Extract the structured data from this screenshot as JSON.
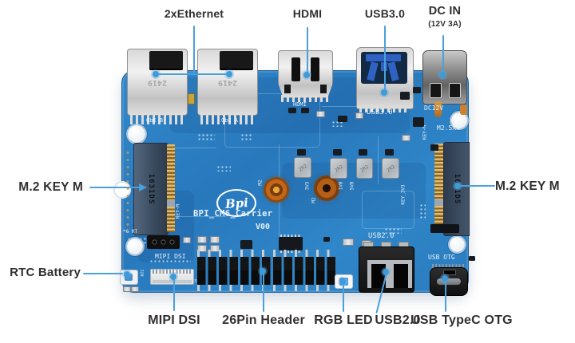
{
  "colors": {
    "background": "#ffffff",
    "pcb_blue": "#2b7ec4",
    "leader_blue": "#4aa0dc",
    "label_text": "#2f2f2f",
    "silkscreen_white": "#eef6fb",
    "usb3_tongue_blue": "#2f62c2",
    "standoff_orange": "#b45e16"
  },
  "annotations": {
    "top": {
      "ethernet": "2xEthernet",
      "hdmi": "HDMI",
      "usb3": "USB3.0",
      "dc_in": "DC IN",
      "dc_in_sub": "(12V 3A)"
    },
    "left": {
      "m2_key_m": "M.2 KEY M",
      "rtc_battery": "RTC Battery"
    },
    "right": {
      "m2_key_m": "M.2 KEY M"
    },
    "bottom": {
      "mipi_dsi": "MIPI DSI",
      "header_26pin": "26Pin Header",
      "rgb_led": "RGB LED",
      "usb2": "USB2.0",
      "usb_typec_otg": "USB TypeC OTG"
    }
  },
  "silkscreen": {
    "gbe_b": "GbE B",
    "gbe_a": "GbE A",
    "eth_stamp": "2419",
    "hdmi": "HDMI",
    "usb3": "USB3.0",
    "dc12v": "DC12V",
    "m2_5x4": "M2.5X4",
    "key_m": "KEY-M",
    "key_3v3": "KEY_3V3",
    "m2_socket_marking": "1631DS",
    "rail_3v3": "3V3",
    "rail_1v8": "1V8",
    "rail_5v0": "5V0",
    "inductor": "2R2",
    "standoff_m2": "M2",
    "logo": "Bpi",
    "board_name": "BPI_CM6_Carrier",
    "version": "V00",
    "g_rt": "*G RT",
    "mipi_dsi": "MIPI DSI",
    "pin_31": "31",
    "rtc": "RTC",
    "usb2": "USB2.0",
    "usb_otg": "USB OTG"
  }
}
